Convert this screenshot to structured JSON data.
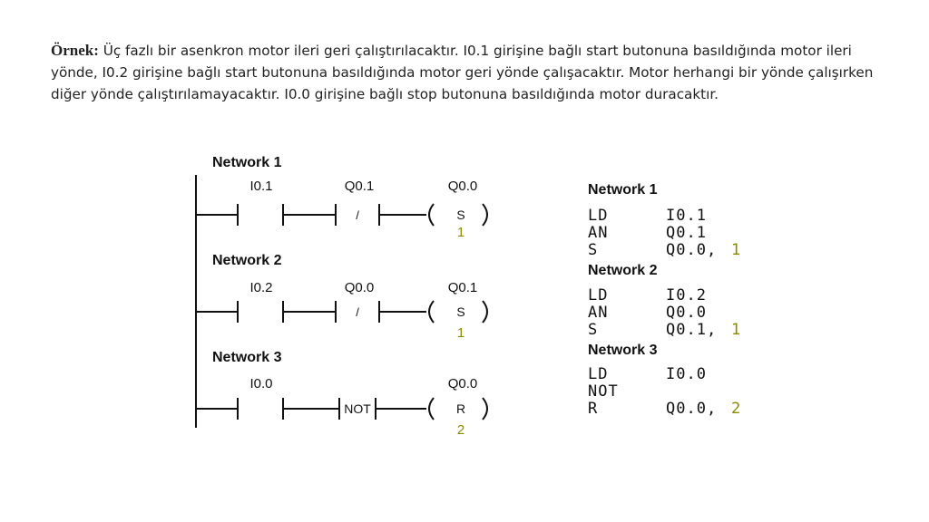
{
  "description": {
    "label": "Örnek:",
    "text": "Üç fazlı bir asenkron motor ileri geri çalıştırılacaktır. I0.1 girişine bağlı start butonuna basıldığında motor ileri yönde, I0.2 girişine bağlı start butonuna basıldığında motor geri yönde çalışacaktır. Motor herhangi bir yönde çalışırken diğer yönde çalıştırılamayacaktır. I0.0 girişine bağlı stop butonuna basıldığında motor duracaktır."
  },
  "ladder": {
    "networks": [
      {
        "title": "Network 1",
        "contact1": "I0.1",
        "contact2": "Q0.1",
        "contact2_symbol": "/",
        "coil": "Q0.0",
        "coil_type": "S",
        "coil_count": "1"
      },
      {
        "title": "Network 2",
        "contact1": "I0.2",
        "contact2": "Q0.0",
        "contact2_symbol": "/",
        "coil": "Q0.1",
        "coil_type": "S",
        "coil_count": "1"
      },
      {
        "title": "Network 3",
        "contact1": "I0.0",
        "contact2": "",
        "contact2_symbol": "NOT",
        "coil": "Q0.0",
        "coil_type": "R",
        "coil_count": "2"
      }
    ]
  },
  "stl": {
    "networks": [
      {
        "title": "Network 1",
        "lines": [
          {
            "op": "LD",
            "arg": "I0.1",
            "num": ""
          },
          {
            "op": "AN",
            "arg": "Q0.1",
            "num": ""
          },
          {
            "op": "S",
            "arg": "Q0.0,",
            "num": "1"
          }
        ]
      },
      {
        "title": "Network 2",
        "lines": [
          {
            "op": "LD",
            "arg": "I0.2",
            "num": ""
          },
          {
            "op": "AN",
            "arg": "Q0.0",
            "num": ""
          },
          {
            "op": "S",
            "arg": "Q0.1,",
            "num": "1"
          }
        ]
      },
      {
        "title": "Network 3",
        "lines": [
          {
            "op": "LD",
            "arg": "I0.0",
            "num": ""
          },
          {
            "op": "NOT",
            "arg": "",
            "num": ""
          },
          {
            "op": "R",
            "arg": "Q0.0,",
            "num": "2"
          }
        ]
      }
    ]
  },
  "colors": {
    "line": "#111111",
    "count": "#8a8a00"
  }
}
